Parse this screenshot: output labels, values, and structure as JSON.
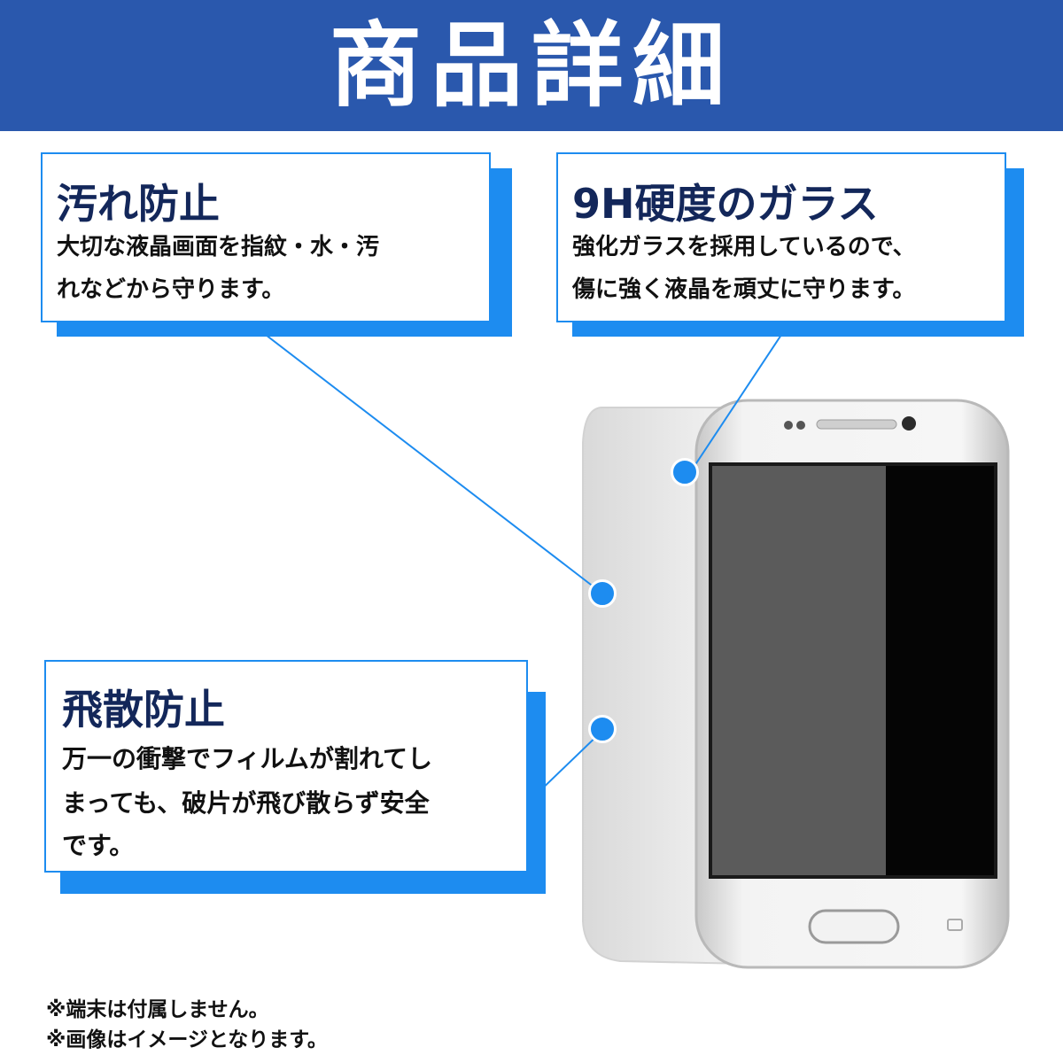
{
  "header": {
    "title": "商品詳細",
    "bg_color": "#2a58ad"
  },
  "callouts": {
    "stain": {
      "title": "汚れ防止",
      "body_line1": "大切な液晶画面を指紋・水・汚",
      "body_line2": "れなどから守ります。"
    },
    "glass": {
      "title": "9H硬度のガラス",
      "body_line1": "強化ガラスを採用しているので、",
      "body_line2": "傷に強く液晶を頑丈に守ります。"
    },
    "shatter": {
      "title": "飛散防止",
      "body_line1": "万一の衝撃でフィルムが割れてし",
      "body_line2": "まっても、破片が飛び散らず安全",
      "body_line3": "です。"
    }
  },
  "notes": {
    "line1": "※端末は付属しません。",
    "line2": "※画像はイメージとなります。"
  },
  "colors": {
    "accent": "#1d8cf0",
    "title_text": "#13275a",
    "screen_dark": "#050505",
    "screen_gray": "#5b5b5b"
  },
  "icons": [
    "phone-illustration",
    "leader-dot"
  ]
}
